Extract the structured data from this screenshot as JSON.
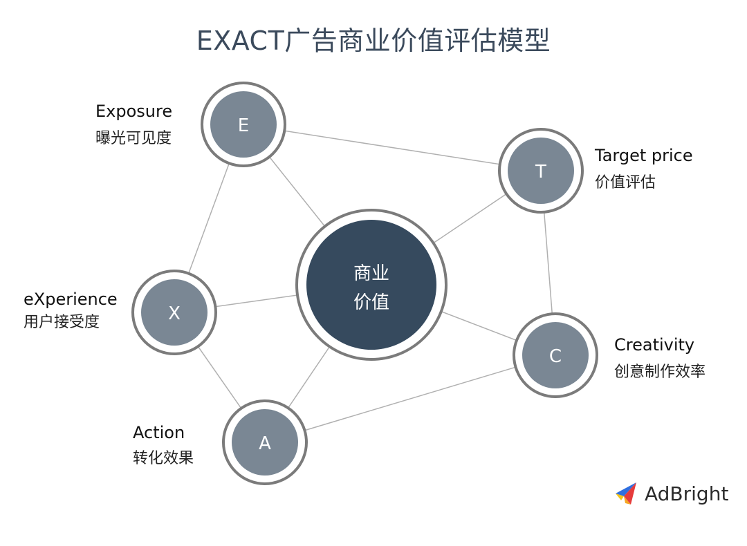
{
  "title": "EXACT广告商业价值评估模型",
  "center": {
    "line1": "商业",
    "line2": "价值"
  },
  "nodes": {
    "E": {
      "letter": "E",
      "en": "Exposure",
      "zh": "曝光可见度"
    },
    "T": {
      "letter": "T",
      "en": "Target price",
      "zh": "价值评估"
    },
    "X": {
      "letter": "X",
      "en": "eXperience",
      "zh": "用户接受度"
    },
    "C": {
      "letter": "C",
      "en": "Creativity",
      "zh": "创意制作效率"
    },
    "A": {
      "letter": "A",
      "en": "Action",
      "zh": "转化效果"
    }
  },
  "brand": {
    "name": "AdBright"
  },
  "colors": {
    "center_fill": "#364a5e",
    "node_fill": "#7a8794",
    "ring": "#7b7b7b",
    "edge": "#b0b0b0"
  }
}
